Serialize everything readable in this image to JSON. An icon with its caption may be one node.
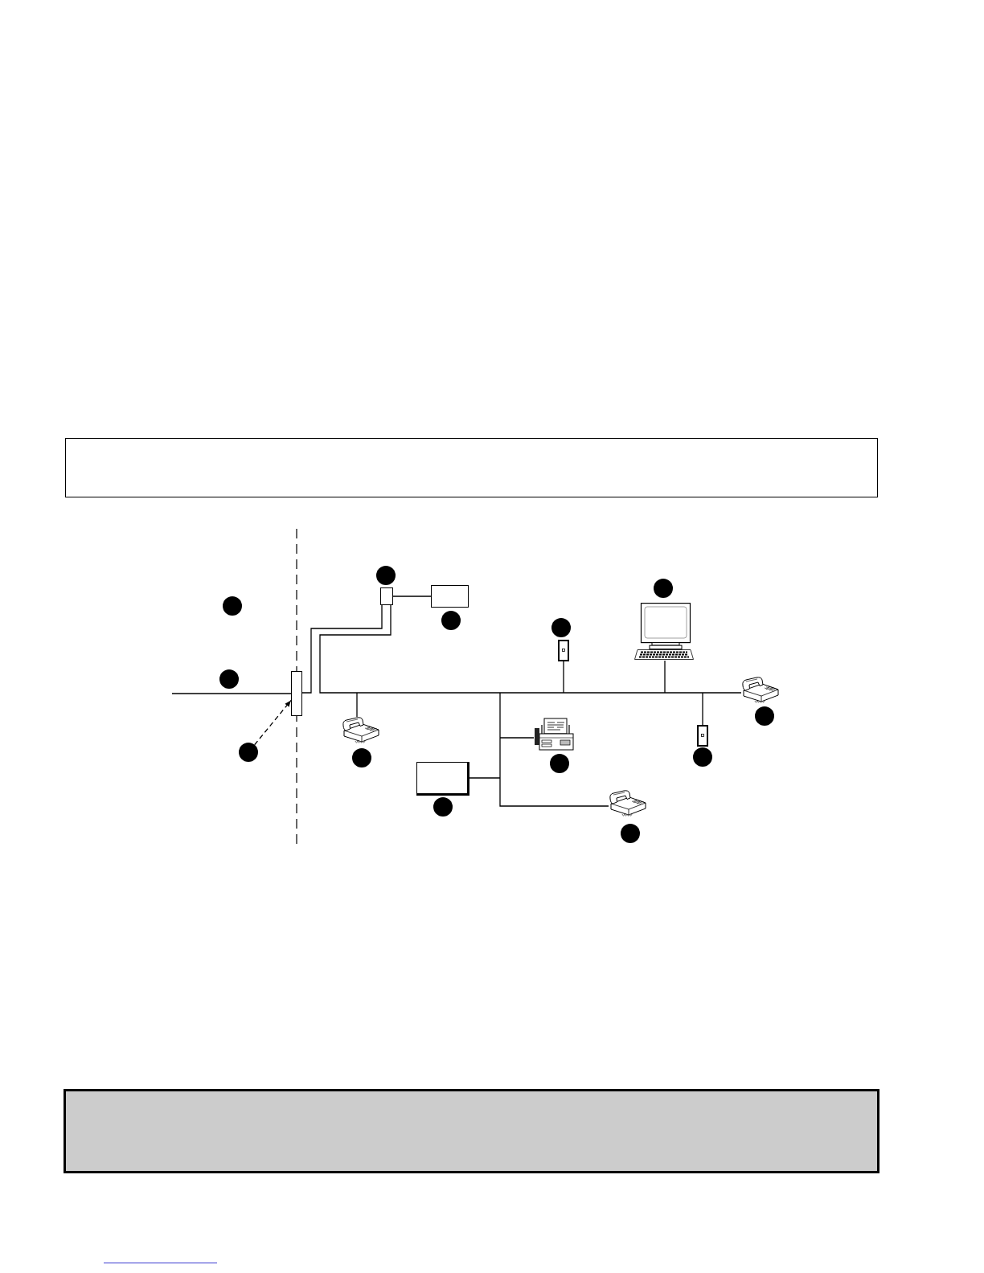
{
  "diagram": {
    "nodes": [
      {
        "text": [],
        "shape": "box"
      },
      {
        "text": [],
        "shape": "box"
      },
      {
        "text": [],
        "shape": "picture"
      },
      {
        "text": [],
        "shape": "picture"
      },
      {
        "text": [],
        "shape": "box"
      },
      {
        "text": [],
        "shape": "picture"
      },
      {
        "text": [],
        "shape": "picture"
      },
      {
        "text": [],
        "shape": "picture"
      },
      {
        "text": [],
        "shape": "picture"
      },
      {
        "text": [],
        "shape": "circle"
      },
      {
        "text": [],
        "shape": "box"
      },
      {
        "text": [],
        "shape": "picture"
      }
    ],
    "edges": [
      {
        "from": null,
        "to": 4,
        "arrow": "none"
      },
      {
        "from": 9,
        "to": 4,
        "arrow": "to",
        "style": "dashed"
      },
      {
        "from": 4,
        "to": 0,
        "arrow": "none"
      },
      {
        "from": 0,
        "to": 1,
        "arrow": "none"
      },
      {
        "from": 0,
        "to": 6,
        "arrow": "none"
      },
      {
        "from": 0,
        "to": 7,
        "arrow": "none"
      },
      {
        "from": 0,
        "to": 10,
        "arrow": "none"
      },
      {
        "from": 0,
        "to": 11,
        "arrow": "none"
      },
      {
        "from": 0,
        "to": 3,
        "arrow": "none"
      },
      {
        "from": 0,
        "to": 2,
        "arrow": "none"
      },
      {
        "from": 0,
        "to": 8,
        "arrow": "none"
      },
      {
        "from": 0,
        "to": 5,
        "arrow": "none"
      }
    ]
  }
}
